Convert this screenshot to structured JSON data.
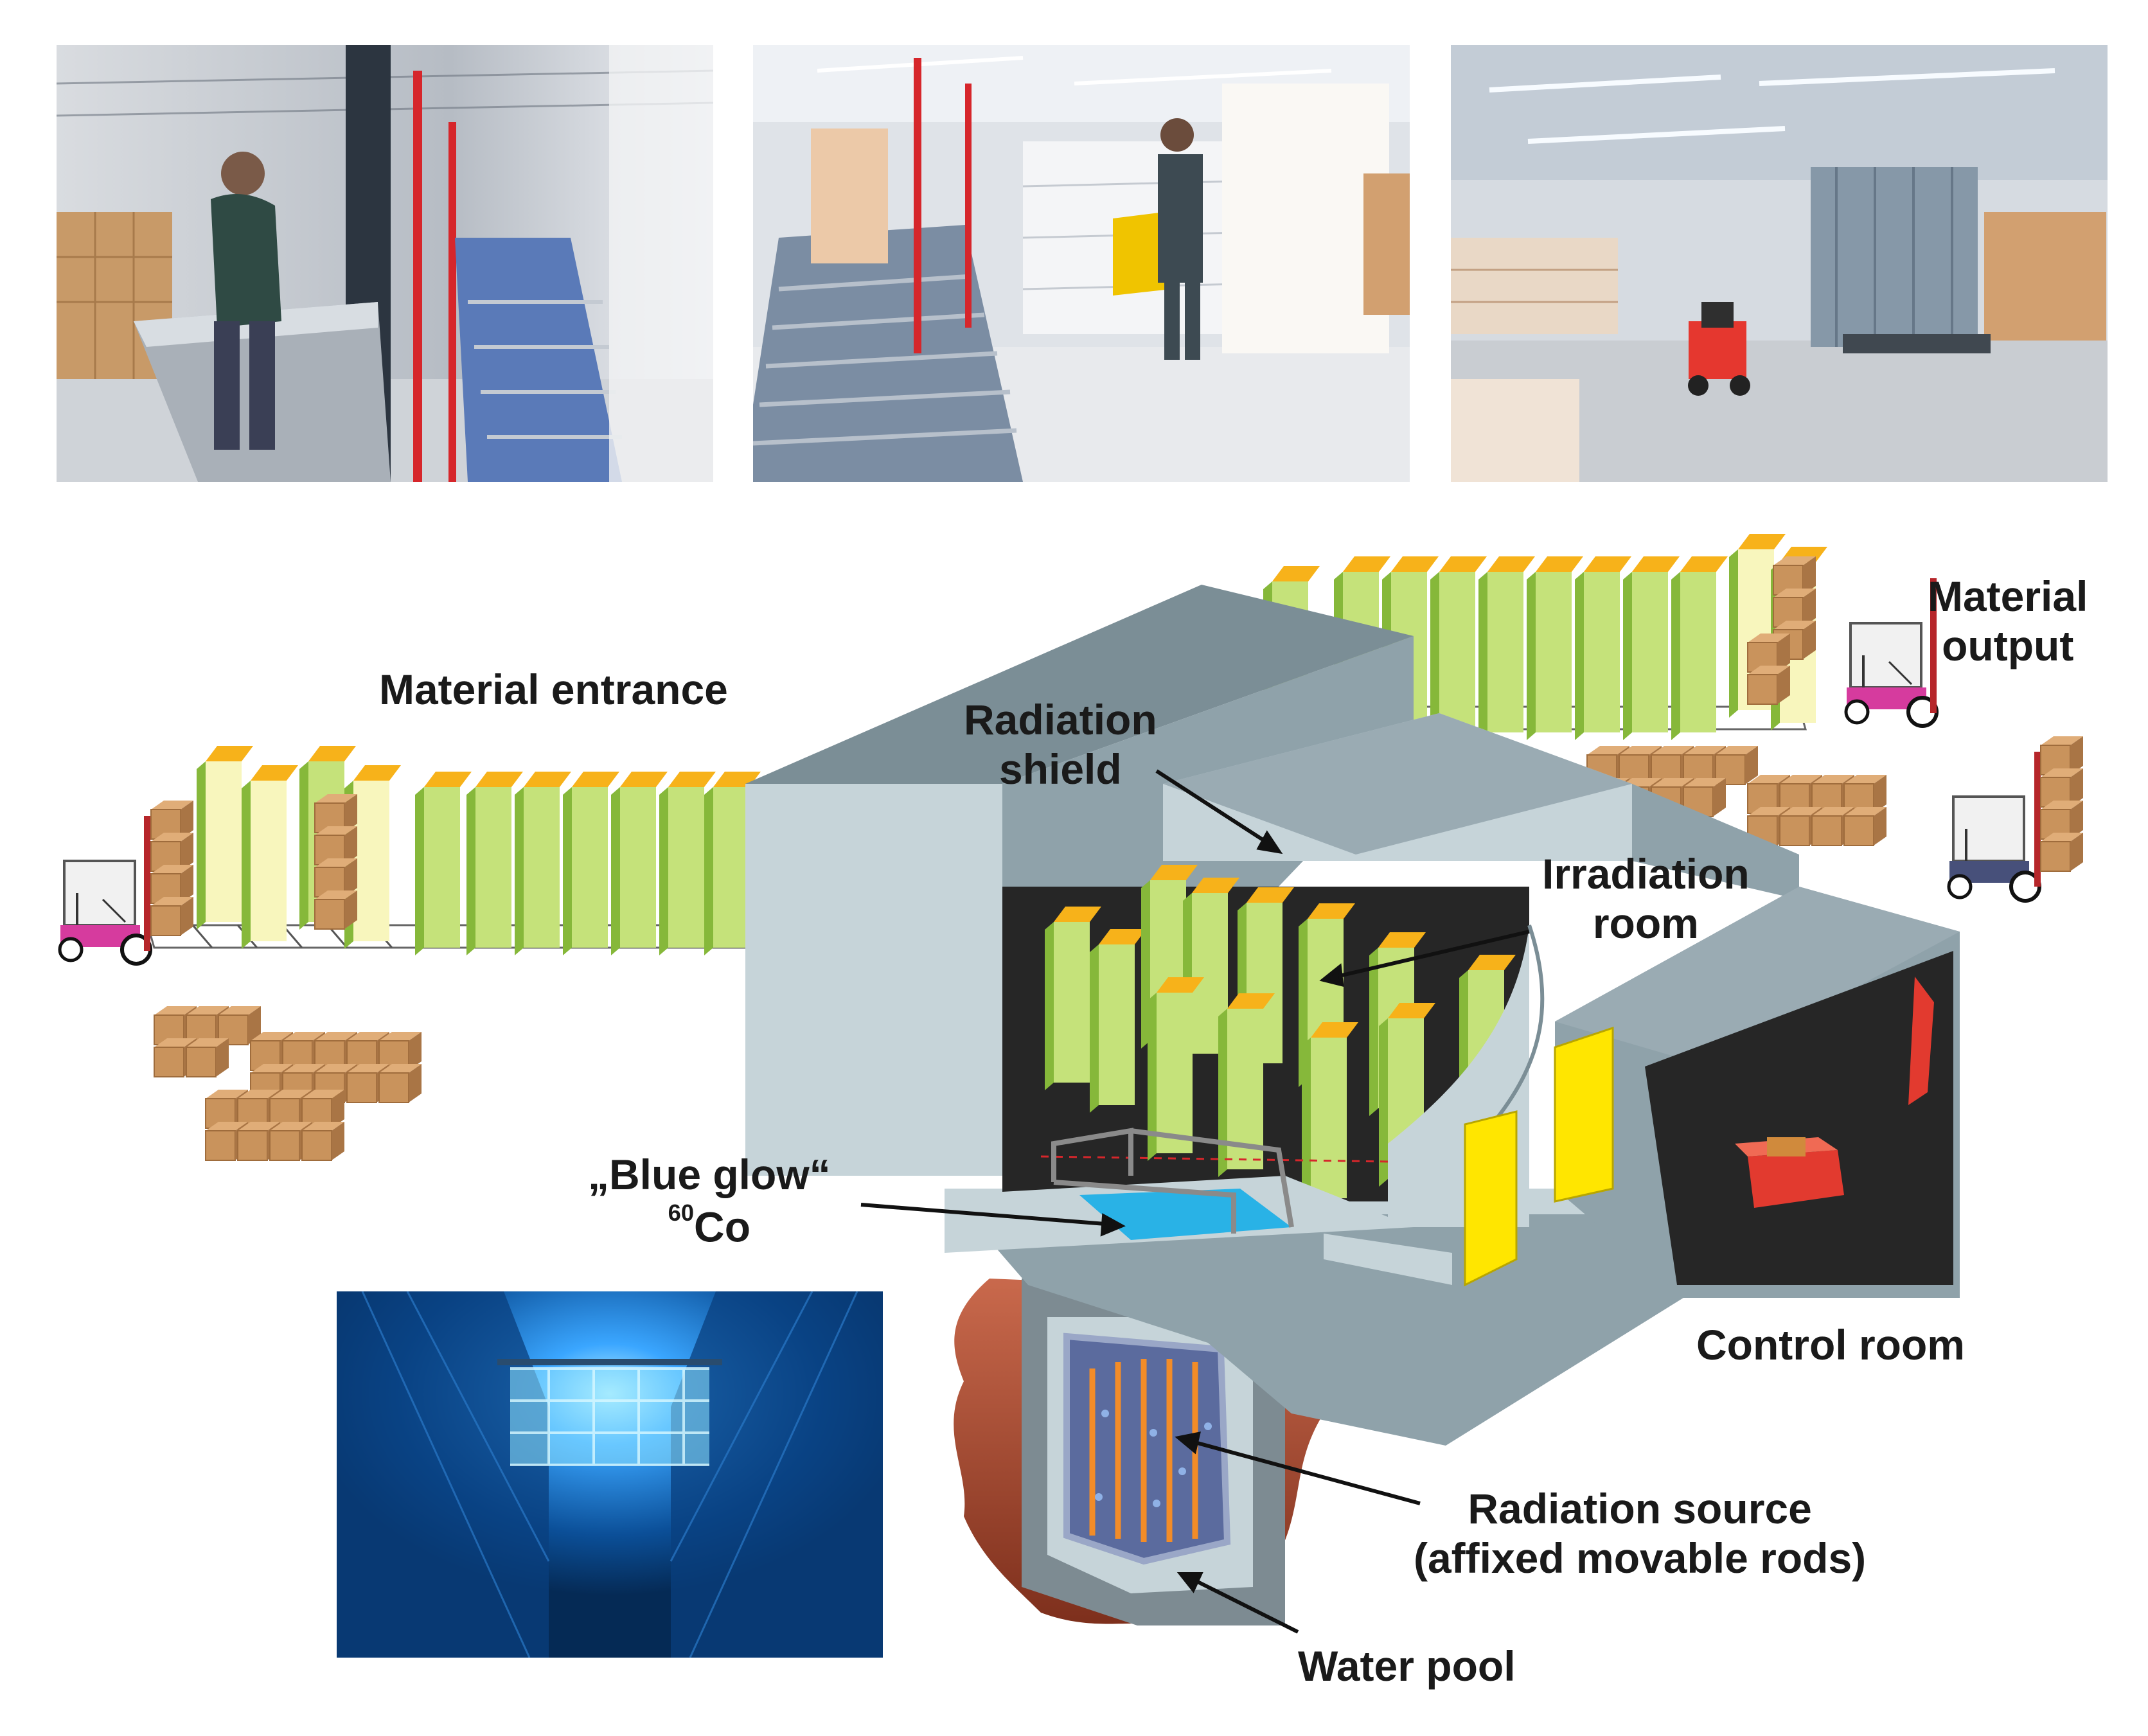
{
  "photos": {
    "top_left": "warehouse-operator-at-control-console",
    "top_middle": "worker-with-pallet-truck-at-conveyor",
    "top_right": "irradiation-facility-hall-with-forklift",
    "bottom_left": "cobalt-60-pool-blue-glow"
  },
  "labels": {
    "material_entrance": "Material entrance",
    "material_output_1": "Material",
    "material_output_2": "output",
    "radiation_shield_1": "Radiation",
    "radiation_shield_2": "shield",
    "irradiation_room_1": "Irradiation",
    "irradiation_room_2": "room",
    "blue_glow": "„Blue glow“",
    "isotope_mass": "60",
    "isotope_symbol": "Co",
    "control_room": "Control room",
    "radiation_source_1": "Radiation source",
    "radiation_source_2": "(affixed movable rods)",
    "water_pool": "Water pool"
  },
  "colors": {
    "concrete_top": "#9aabb3",
    "concrete_side": "#c6d4d9",
    "concrete_dark": "#7b8e96",
    "container_green": "#c5e27a",
    "container_green_dark": "#86b83a",
    "container_yellow_light": "#f8f6bd",
    "container_top": "#f7b21a",
    "box_brown": "#c9935c",
    "floor_dark": "#262626",
    "pool_blue": "#29b2e6",
    "door_yellow": "#ffe600",
    "earth_red": "#a9482e",
    "glow_blue": "#3aa6ff"
  }
}
